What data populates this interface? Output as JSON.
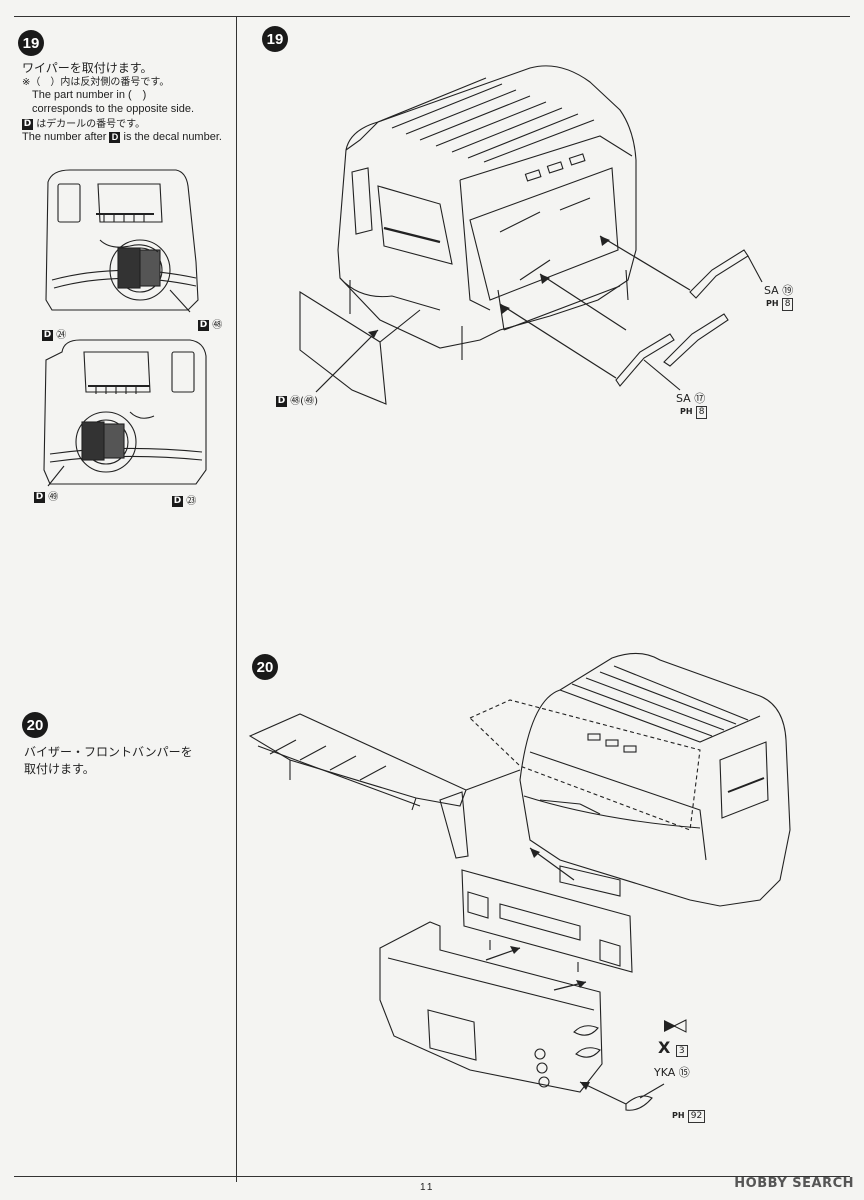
{
  "left_column": {
    "step19": {
      "badge": "19",
      "line1": "ワイパーを取付けます。",
      "line2": "※（　）内は反対側の番号です。",
      "line3": "The part number in (　)",
      "line4": "corresponds to the opposite side.",
      "line5_suffix": "はデカールの番号です。",
      "line6_prefix": "The number after",
      "line6_suffix": "is the decal number.",
      "decal_letter": "D",
      "callouts": [
        "㉔",
        "㊽",
        "㊾",
        "㉓"
      ]
    },
    "step20": {
      "badge": "20",
      "line1": "バイザー・フロントバンパーを",
      "line2": "取付けます。"
    }
  },
  "main": {
    "step19": {
      "badge": "19",
      "callout_decal": "㊽(㊾)",
      "callout_sa19": "SA ⑲",
      "callout_ph8a": "8",
      "callout_sa17": "SA ⑰",
      "callout_ph8b": "8",
      "ph_label": "PH"
    },
    "step20": {
      "badge": "20",
      "callout_x3": "X",
      "callout_x3_num": "3",
      "callout_yka": "YKA ⑮",
      "callout_ph92": "92",
      "ph_label": "PH"
    }
  },
  "footer": {
    "page_number": "11",
    "watermark": "HOBBY SEARCH"
  }
}
